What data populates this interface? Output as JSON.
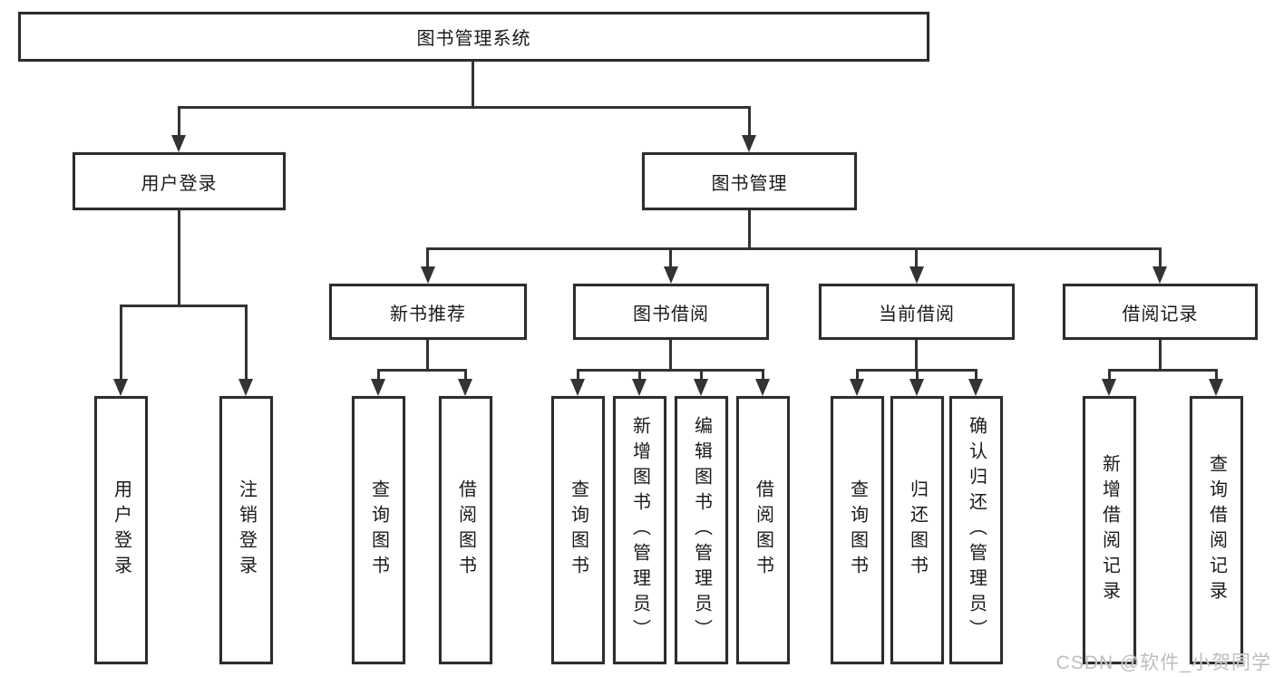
{
  "diagram_title": "图书管理系统",
  "watermark": {
    "text": "CSDN @软件_小贺同学"
  },
  "colors": {
    "line": "#333333",
    "box_border": "#2d2d2d",
    "text": "#1a1a1a",
    "watermark": "#bdbdbd",
    "background": "#ffffff"
  },
  "tree": {
    "label": "图书管理系统",
    "children": [
      {
        "label": "用户登录",
        "children": [
          {
            "label": "用户登录"
          },
          {
            "label": "注销登录"
          }
        ]
      },
      {
        "label": "图书管理",
        "children": [
          {
            "label": "新书推荐",
            "children": [
              {
                "label": "查询图书"
              },
              {
                "label": "借阅图书"
              }
            ]
          },
          {
            "label": "图书借阅",
            "children": [
              {
                "label": "查询图书"
              },
              {
                "label": "新增图书（管理员）"
              },
              {
                "label": "编辑图书（管理员）"
              },
              {
                "label": "借阅图书"
              }
            ]
          },
          {
            "label": "当前借阅",
            "children": [
              {
                "label": "查询图书"
              },
              {
                "label": "归还图书"
              },
              {
                "label": "确认归还（管理员）"
              }
            ]
          },
          {
            "label": "借阅记录",
            "children": [
              {
                "label": "新增借阅记录"
              },
              {
                "label": "查询借阅记录"
              }
            ]
          }
        ]
      }
    ]
  }
}
